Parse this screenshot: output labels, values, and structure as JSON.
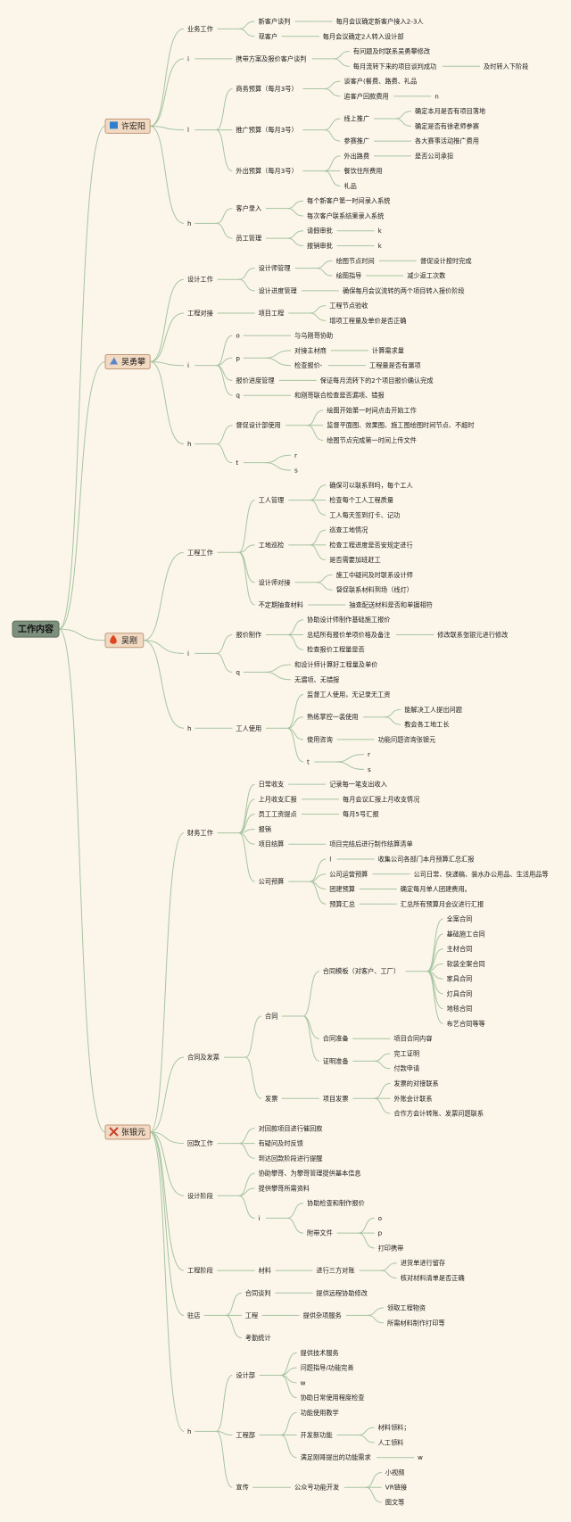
{
  "root": "工作内容",
  "children": [
    {
      "label": "许宏阳",
      "icon": "flag",
      "children": [
        {
          "label": "业务工作",
          "children": [
            {
              "label": "新客户谈判",
              "children": [
                {
                  "label": "每月会议确定新客户接入2-3人"
                }
              ]
            },
            {
              "label": "现客户",
              "children": [
                {
                  "label": "每月会议确定2人转入设计部"
                }
              ]
            }
          ]
        },
        {
          "label": "i",
          "children": [
            {
              "label": "携带方案及报价客户谈判",
              "children": [
                {
                  "label": "有问题及时联系吴勇攀修改"
                },
                {
                  "label": "每月流转下来的项目谈判成功",
                  "children": [
                    {
                      "label": "及时转入下阶段"
                    }
                  ]
                }
              ]
            }
          ]
        },
        {
          "label": "l",
          "children": [
            {
              "label": "商务预算（每月3号）",
              "children": [
                {
                  "label": "谈客户(餐费、路费、礼品"
                },
                {
                  "label": "追客户回款费用",
                  "children": [
                    {
                      "label": "n"
                    }
                  ]
                }
              ]
            },
            {
              "label": "推广预算（每月3号）",
              "children": [
                {
                  "label": "线上推广",
                  "children": [
                    {
                      "label": "确定本月是否有项目落地"
                    },
                    {
                      "label": "确定是否有徐老师参赛"
                    }
                  ]
                },
                {
                  "label": "参赛推广",
                  "children": [
                    {
                      "label": "各大赛事活动推广费用"
                    }
                  ]
                }
              ]
            },
            {
              "label": "外出预算（每月3号）",
              "children": [
                {
                  "label": "外出路费",
                  "children": [
                    {
                      "label": "是否公司承担"
                    }
                  ]
                },
                {
                  "label": "餐饮住所费用"
                },
                {
                  "label": "礼品"
                }
              ]
            }
          ]
        },
        {
          "label": "h",
          "children": [
            {
              "label": "客户录入",
              "children": [
                {
                  "label": "每个新客户第一时间录入系统"
                },
                {
                  "label": "每次客户联系结果录入系统"
                }
              ]
            },
            {
              "label": "员工管理",
              "children": [
                {
                  "label": "请假审批",
                  "children": [
                    {
                      "label": "k"
                    }
                  ]
                },
                {
                  "label": "报销审批",
                  "children": [
                    {
                      "label": "k"
                    }
                  ]
                }
              ]
            }
          ]
        }
      ]
    },
    {
      "label": "吴勇攀",
      "icon": "rocket",
      "children": [
        {
          "label": "设计工作",
          "children": [
            {
              "label": "设计师管理",
              "children": [
                {
                  "label": "绘图节点时间",
                  "children": [
                    {
                      "label": "督促设计按时完成"
                    }
                  ]
                },
                {
                  "label": "绘图指导",
                  "children": [
                    {
                      "label": "减少返工次数"
                    }
                  ]
                }
              ]
            },
            {
              "label": "设计进度管理",
              "children": [
                {
                  "label": "确保每月会议流转的两个项目转入报价阶段"
                }
              ]
            }
          ]
        },
        {
          "label": "工程对接",
          "children": [
            {
              "label": "项目工程",
              "children": [
                {
                  "label": "工程节点验收"
                },
                {
                  "label": "增项工程量及单价是否正确"
                }
              ]
            }
          ]
        },
        {
          "label": "i",
          "children": [
            {
              "label": "o",
              "children": [
                {
                  "label": "与乌刚哥协助"
                }
              ]
            },
            {
              "label": "p",
              "children": [
                {
                  "label": "对接主材商",
                  "children": [
                    {
                      "label": "计算需求量"
                    }
                  ]
                },
                {
                  "label": "检查报价-",
                  "children": [
                    {
                      "label": "工程量是否有漏项"
                    }
                  ]
                }
              ]
            },
            {
              "label": "报价进度管理",
              "children": [
                {
                  "label": "保证每月流转下的2个项目报价确认完成"
                }
              ]
            },
            {
              "label": "q",
              "children": [
                {
                  "label": "和刚哥联合检查是否漏项、错报"
                }
              ]
            }
          ]
        },
        {
          "label": "h",
          "children": [
            {
              "label": "督促设计部使用",
              "children": [
                {
                  "label": "绘图开始第一时间点击开始工作"
                },
                {
                  "label": "监督平面图、效果图、施工图绘图时间节点、不超时"
                },
                {
                  "label": "绘图节点完成第一时间上传文件"
                }
              ]
            },
            {
              "label": "t",
              "children": [
                {
                  "label": "r"
                },
                {
                  "label": "s"
                }
              ]
            }
          ]
        }
      ]
    },
    {
      "label": "吴刚",
      "icon": "fire",
      "children": [
        {
          "label": "工程工作",
          "children": [
            {
              "label": "工人管理",
              "children": [
                {
                  "label": "确保可以联系到吗，每个工人"
                },
                {
                  "label": "检查每个工人工程质量"
                },
                {
                  "label": "工人每天签到打卡、记功"
                }
              ]
            },
            {
              "label": "工地巡检",
              "children": [
                {
                  "label": "巡查工地情况"
                },
                {
                  "label": "检查工程进度是否安规定进行"
                },
                {
                  "label": "是否需要加班赶工"
                }
              ]
            },
            {
              "label": "设计师对接",
              "children": [
                {
                  "label": "施工中疑问及时联系设计师"
                },
                {
                  "label": "督促联系材料到场（线灯）"
                }
              ]
            },
            {
              "label": "不定期抽查材料",
              "children": [
                {
                  "label": "抽查配送材料是否和单据相符"
                }
              ]
            }
          ]
        },
        {
          "label": "i",
          "children": [
            {
              "label": "报价制作",
              "children": [
                {
                  "label": "协助设计师制作基础施工报价"
                },
                {
                  "label": "总结所有报价单项价格及备注",
                  "children": [
                    {
                      "label": "修改联系张银元进行修改"
                    }
                  ]
                },
                {
                  "label": "检查报价工程量是否"
                }
              ]
            },
            {
              "label": "q",
              "children": [
                {
                  "label": "和设计师计算好工程量及单价"
                },
                {
                  "label": "无漏项、无错报"
                }
              ]
            }
          ]
        },
        {
          "label": "h",
          "children": [
            {
              "label": "工人使用",
              "children": [
                {
                  "label": "监督工人使用，无记录无工资"
                },
                {
                  "label": "熟练掌控一装使用",
                  "children": [
                    {
                      "label": "能解决工人提出问题"
                    },
                    {
                      "label": "教会各工地工长"
                    }
                  ]
                },
                {
                  "label": "使用咨询",
                  "children": [
                    {
                      "label": "功能问题咨询张银元"
                    }
                  ]
                },
                {
                  "label": "t",
                  "children": [
                    {
                      "label": "r"
                    },
                    {
                      "label": "s"
                    }
                  ]
                }
              ]
            }
          ]
        }
      ]
    },
    {
      "label": "张银元",
      "icon": "tools",
      "children": [
        {
          "label": "财务工作",
          "children": [
            {
              "label": "日常收支",
              "children": [
                {
                  "label": "记录每一笔支出收入"
                }
              ]
            },
            {
              "label": "上月收支汇报",
              "children": [
                {
                  "label": "每月会议汇报上月收支情况"
                }
              ]
            },
            {
              "label": "员工工资提点",
              "children": [
                {
                  "label": "每月5号汇报"
                }
              ]
            },
            {
              "label": "报销"
            },
            {
              "label": "项目结算",
              "children": [
                {
                  "label": "项目完结后进行制作结算清单"
                }
              ]
            },
            {
              "label": "公司预算",
              "children": [
                {
                  "label": "l",
                  "children": [
                    {
                      "label": "收集公司各部门本月预算汇总汇报"
                    }
                  ]
                },
                {
                  "label": "公司运营预算",
                  "children": [
                    {
                      "label": "公司日常、快递稿、装水办公用品、生活用品等"
                    }
                  ]
                },
                {
                  "label": "团建预算",
                  "children": [
                    {
                      "label": "确定每月单人团建费用。"
                    }
                  ]
                },
                {
                  "label": "预算汇总",
                  "children": [
                    {
                      "label": "汇总所有预算月会议进行汇报"
                    }
                  ]
                }
              ]
            }
          ]
        },
        {
          "label": "合同及发票",
          "children": [
            {
              "label": "合同",
              "children": [
                {
                  "label": "合同模板（对客户、工厂）",
                  "children": [
                    {
                      "label": "全案合同"
                    },
                    {
                      "label": "基础施工合同"
                    },
                    {
                      "label": "主材合同"
                    },
                    {
                      "label": "软装全案合同"
                    },
                    {
                      "label": "家具合同"
                    },
                    {
                      "label": "灯具合同"
                    },
                    {
                      "label": "地毯合同"
                    },
                    {
                      "label": "布艺合同等等"
                    }
                  ]
                },
                {
                  "label": "合同准备",
                  "children": [
                    {
                      "label": "项目合同内容"
                    }
                  ]
                },
                {
                  "label": "证明准备",
                  "children": [
                    {
                      "label": "完工证明"
                    },
                    {
                      "label": "付款申请"
                    }
                  ]
                }
              ]
            },
            {
              "label": "发票",
              "children": [
                {
                  "label": "项目发票",
                  "children": [
                    {
                      "label": "发票的对接联系"
                    },
                    {
                      "label": "外账会计联系"
                    },
                    {
                      "label": "合作方会计转账、发票问题联系"
                    }
                  ]
                }
              ]
            }
          ]
        },
        {
          "label": "回款工作",
          "children": [
            {
              "label": "对回款项目进行催回款"
            },
            {
              "label": "有疑问及时反馈"
            },
            {
              "label": "到达回款阶段进行提醒"
            }
          ]
        },
        {
          "label": "设计阶段",
          "children": [
            {
              "label": "协助攀哥、为攀哥管理提供基本信息"
            },
            {
              "label": "提供攀哥所需资料"
            },
            {
              "label": "i",
              "children": [
                {
                  "label": "协助检查和制作报价"
                },
                {
                  "label": "附带文件",
                  "children": [
                    {
                      "label": "o"
                    },
                    {
                      "label": "p"
                    },
                    {
                      "label": "打印携带"
                    }
                  ]
                }
              ]
            }
          ]
        },
        {
          "label": "工程阶段",
          "children": [
            {
              "label": "材料",
              "children": [
                {
                  "label": "进行三方对账",
                  "children": [
                    {
                      "label": "进货单进行留存"
                    },
                    {
                      "label": "核对材料清单是否正确"
                    }
                  ]
                }
              ]
            }
          ]
        },
        {
          "label": "驻店",
          "children": [
            {
              "label": "合同谈判",
              "children": [
                {
                  "label": "提供远程协助修改"
                }
              ]
            },
            {
              "label": "工程",
              "children": [
                {
                  "label": "提供杂项服务",
                  "children": [
                    {
                      "label": "领取工程物资"
                    },
                    {
                      "label": "所需材料制作打印等"
                    }
                  ]
                }
              ]
            },
            {
              "label": "考勤统计"
            }
          ]
        },
        {
          "label": "h",
          "children": [
            {
              "label": "设计部",
              "children": [
                {
                  "label": "提供技术服务"
                },
                {
                  "label": "问题指导/功能完善"
                },
                {
                  "label": "w"
                },
                {
                  "label": "协助日常使用程度检查"
                }
              ]
            },
            {
              "label": "工程部",
              "children": [
                {
                  "label": "功能使用教学"
                },
                {
                  "label": "开发新功能",
                  "children": [
                    {
                      "label": "材料领料；"
                    },
                    {
                      "label": "人工领料"
                    }
                  ]
                },
                {
                  "label": "满足刚哥提出的功能需求",
                  "children": [
                    {
                      "label": "w"
                    }
                  ]
                }
              ]
            },
            {
              "label": "宣传",
              "children": [
                {
                  "label": "公众号功能开发",
                  "children": [
                    {
                      "label": "小视频"
                    },
                    {
                      "label": "VR链接"
                    },
                    {
                      "label": "图文等"
                    }
                  ]
                }
              ]
            }
          ]
        }
      ]
    }
  ],
  "colors": {
    "background": "#fcf6ea",
    "line": "#a6c4a2",
    "main_fill": "#f2d9c2",
    "main_stroke": "#c0987a",
    "root_fill": "#7d8f7d",
    "root_stroke": "#5c6e5c"
  }
}
